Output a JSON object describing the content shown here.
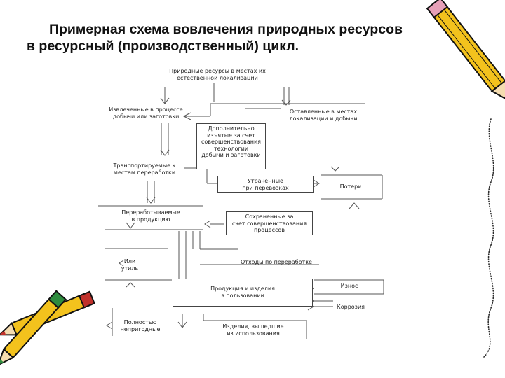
{
  "title": {
    "line1": "Примерная схема вовлечения природных ресурсов",
    "line2": "в ресурсный (производственный) цикл."
  },
  "nodes": {
    "natural": "Природные ресурсы в местах их\nестественной локализации",
    "extracted": "Извлеченные в процессе\nдобычи или заготовки",
    "left_in_place": "Оставленные в местах\nлокализации и добычи",
    "additional": "Дополнительно\nизъятые за счет\nсовершенствования\nтехнологии\nдобычи и заготовки",
    "transported": "Транспортируемые к\nместам переработки",
    "lost_transport": "Утраченные\nпри перевозках",
    "losses": "Потери",
    "processed": "Переработываемые\nв продукцию",
    "saved": "Сохраненные за\nсчет совершенствования\nпроцессов",
    "waste": "Отходы по переработке",
    "utilized": "Или\nутиль",
    "products": "Продукция и изделия\nв пользовании",
    "wear": "Износ",
    "corrosion": "Коррозия",
    "unusable": "Полностью\nнепригодные",
    "out_of_use": "Изделия, вышедшие\nиз использования"
  },
  "colors": {
    "line": "#555555",
    "text": "#222222",
    "pencil_body": "#f3c21d",
    "pencil_outline": "#111111",
    "pencil_tip": "#7d4b8f",
    "pencil_green": "#2e8b3e",
    "pencil_red": "#c0312b",
    "pencil_pink": "#e6a0b8"
  },
  "decorations": {
    "pencil_top_right": "pencil-icon",
    "pencils_bottom_left": "crossed-pencils-icon",
    "wavy_line": "wavy-line-icon"
  }
}
